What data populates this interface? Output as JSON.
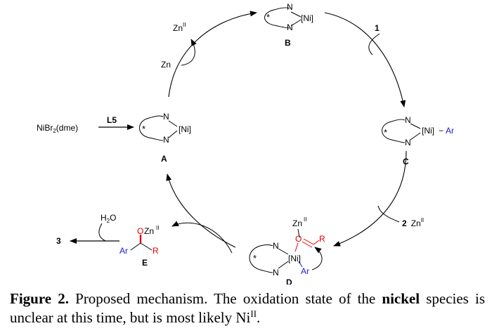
{
  "colors": {
    "black": "#000000",
    "red": "#e00000",
    "blue": "#1a1ad0"
  },
  "species": {
    "A": {
      "label": "A",
      "n": "N",
      "ni": "[Ni]",
      "star": "*"
    },
    "B": {
      "label": "B",
      "n": "N",
      "ni": "[Ni]",
      "star": "*"
    },
    "C": {
      "label": "C",
      "n": "N",
      "ni": "[Ni]",
      "dash": "−",
      "ar": "Ar",
      "star": "*"
    },
    "D": {
      "label": "D",
      "n": "N",
      "ni": "[Ni]",
      "zn": "Zn",
      "zn_sup": "II",
      "o": "O",
      "r": "R",
      "ar": "Ar",
      "star": "*"
    },
    "E": {
      "label": "E",
      "o": "O",
      "zn": "Zn",
      "zn_sup": "II",
      "ar": "Ar",
      "r": "R"
    }
  },
  "reagents": {
    "nibr2": {
      "base": "NiBr",
      "sub": "2",
      "tail": "(dme)"
    },
    "l5": "L5",
    "zn": "Zn",
    "zn2_top": {
      "base": "Zn",
      "sup": "II"
    },
    "reagent1": "1",
    "reagent2": {
      "num": "2",
      "zn": "Zn",
      "sup": "II"
    },
    "h2o": {
      "h": "H",
      "sub": "2",
      "o": "O"
    },
    "product3": "3"
  },
  "caption": {
    "label": "Figure 2.",
    "text1": " Proposed mechanism. The oxidation state of the ",
    "bold_word": "nickel",
    "text2": " species is unclear at this time, but is most likely Ni",
    "sup": "II",
    "end": "."
  }
}
